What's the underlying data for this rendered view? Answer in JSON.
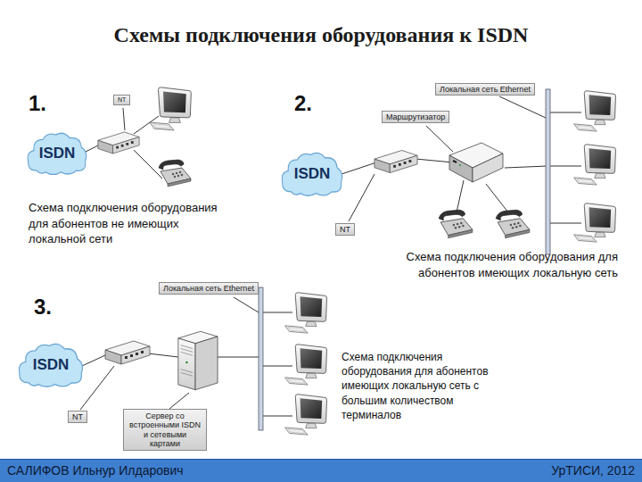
{
  "diagram": {
    "title": "Схемы подключения оборудования к ISDN",
    "nodes": [
      {
        "text": [
          "ISDN"
        ]
      },
      {
        "text": [
          "NT"
        ]
      },
      {
        "text": [
          "Локальная сеть Ethernet"
        ]
      },
      {
        "text": [
          "Маршрутизатор"
        ]
      },
      {
        "text": [
          "ISDN"
        ]
      },
      {
        "text": [
          "NT"
        ]
      },
      {
        "text": [
          "Локальная сеть Ethernet"
        ]
      },
      {
        "text": [
          "ISDN"
        ]
      },
      {
        "text": [
          "NT"
        ]
      },
      {
        "text": [
          "Сервер со встроенными ISDN и сетевыми картами"
        ]
      }
    ],
    "labels": [
      "1.",
      "Схема подключения оборудования для абонентов не имеющих локальной сети",
      "2.",
      "Схема подключения оборудования для абонентов имеющих локальную сеть",
      "3.",
      "Схема подключения оборудования для абонентов имеющих локальную сеть с большим количеством терминалов",
      "САЛИФОВ Ильнур Илдарович",
      "УрТИСИ, 2012"
    ]
  }
}
